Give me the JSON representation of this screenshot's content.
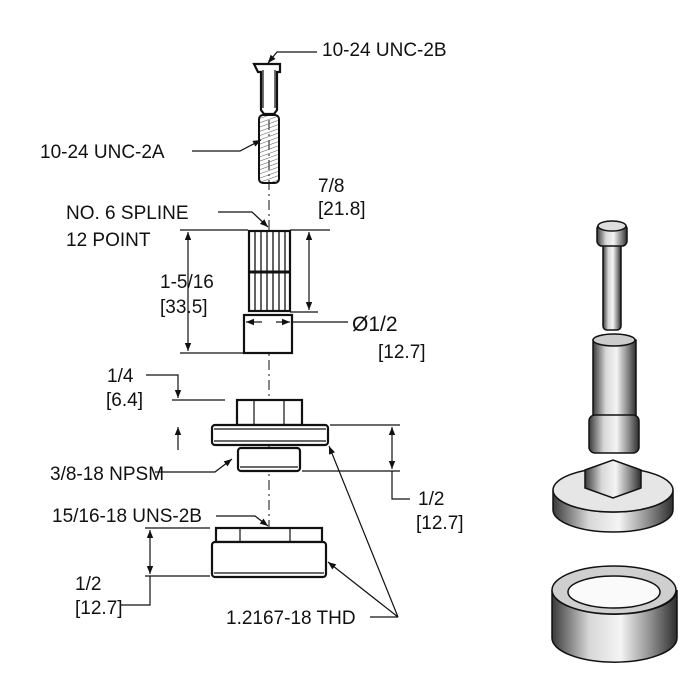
{
  "callouts": {
    "top_thread": "10-24  UNC-2B",
    "stem_thread": "10-24  UNC-2A",
    "spline_line1": "NO. 6  SPLINE",
    "spline_line2": "12  POINT",
    "spline_len": "7/8",
    "spline_len_mm": "[21.8]",
    "stem_len": "1-5/16",
    "stem_len_mm": "[33.5]",
    "diameter": "Ø1/2",
    "diameter_mm": "[12.7]",
    "hex_height": "1/4",
    "hex_height_mm": "[6.4]",
    "npsm": "3/8-18  NPSM",
    "body_height": "1/2",
    "body_height_mm": "[12.7]",
    "uns": "15/16-18  UNS-2B",
    "nut_height": "1/2",
    "nut_height_mm": "[12.7]",
    "thd": "1.2167-18  THD"
  }
}
